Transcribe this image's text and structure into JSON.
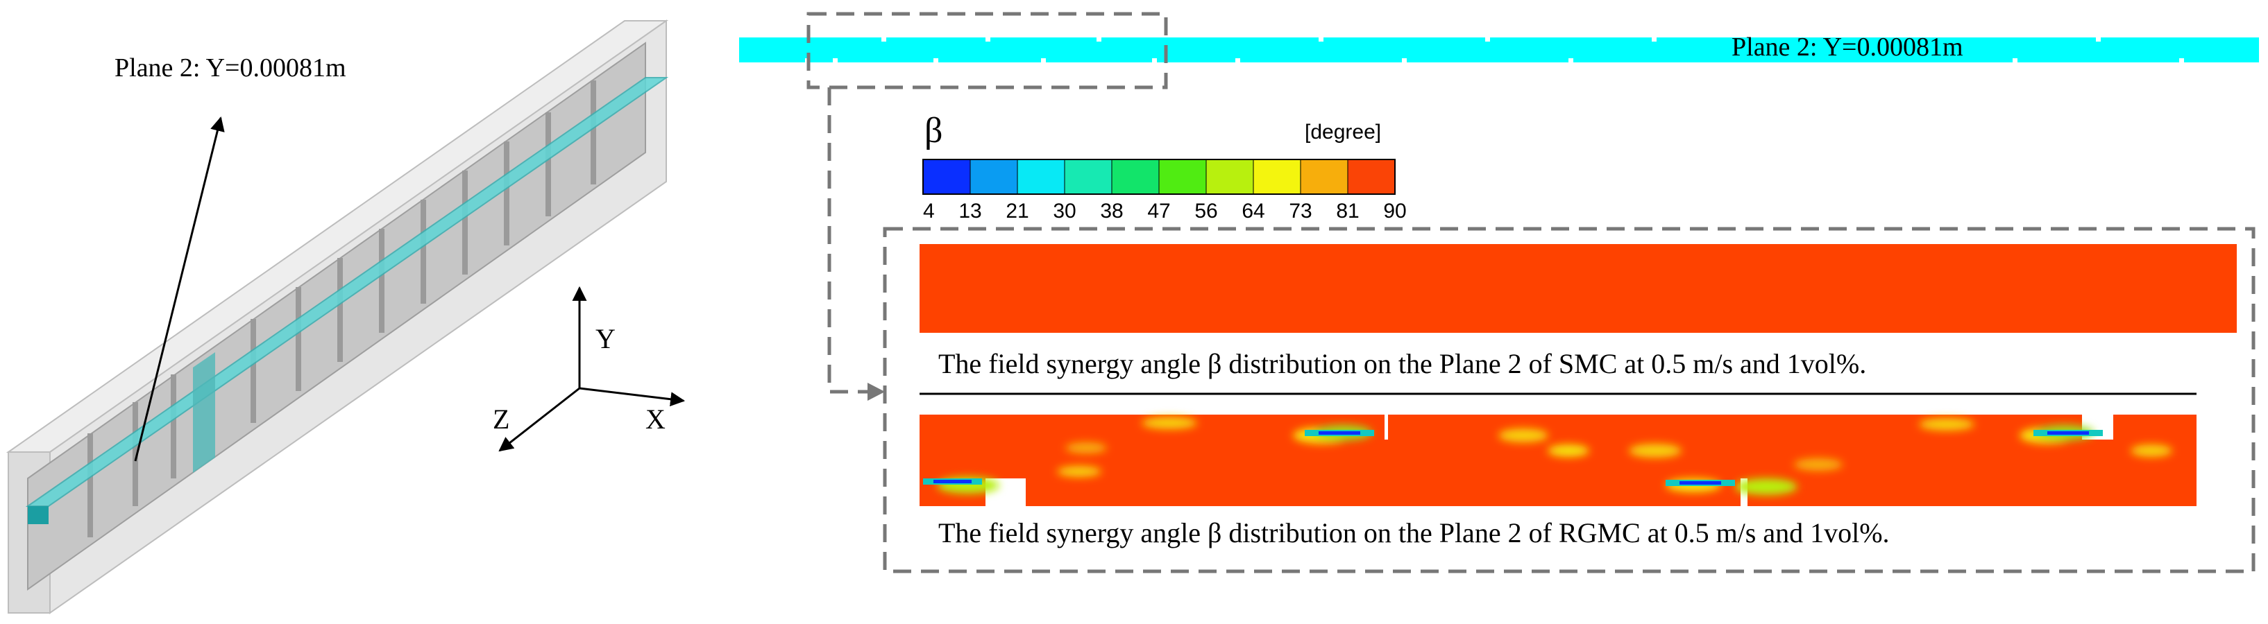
{
  "plane_label": "Plane 2: Y=0.00081m",
  "strip_label": "Plane 2: Y=0.00081m",
  "axes": {
    "y": "Y",
    "z": "Z",
    "x": "X"
  },
  "legend": {
    "symbol": "β",
    "unit": "[degree]",
    "ticks": [
      "4",
      "13",
      "21",
      "30",
      "38",
      "47",
      "56",
      "64",
      "73",
      "81",
      "90"
    ],
    "colors": [
      "#0a2fff",
      "#0a9cf2",
      "#08e9f5",
      "#17e9b2",
      "#12e46a",
      "#50ec12",
      "#b8f00e",
      "#f4f50e",
      "#f7ae0c",
      "#fa4406"
    ]
  },
  "captions": {
    "smc": "The field synergy angle β distribution on the Plane 2 of SMC at 0.5 m/s and 1vol%.",
    "rgmc": "The field synergy angle β distribution on the Plane 2 of RGMC at 0.5 m/s and 1vol%."
  },
  "colors": {
    "plane_cyan": "#00ffff",
    "field_red": "#fe4200",
    "dash_gray": "#777777"
  }
}
